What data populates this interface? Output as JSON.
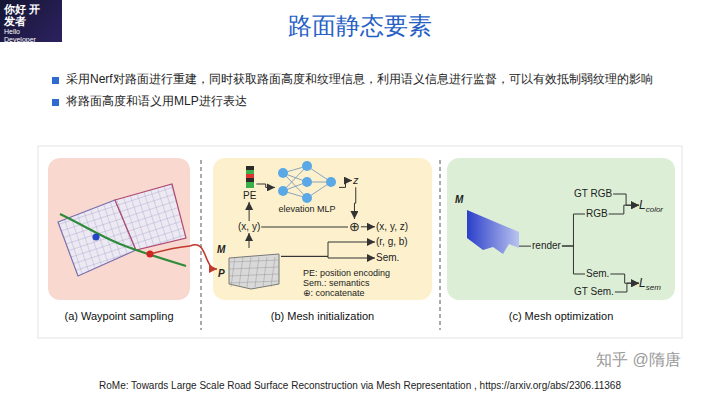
{
  "diagram": {
    "title": "路面静态要素",
    "nodes": [
      {
        "text": [
          "你好 开发者",
          "Hello Developer"
        ]
      },
      {
        "text": [
          "(a) Waypoint sampling"
        ]
      },
      {
        "text": [
          "(b) Mesh initialization"
        ]
      },
      {
        "text": [
          "PE"
        ],
        "in": 2
      },
      {
        "text": [
          "elevation MLP"
        ],
        "in": 2
      },
      {
        "text": [
          "z"
        ],
        "in": 2
      },
      {
        "text": [
          "(x, y)"
        ],
        "in": 2
      },
      {
        "text": [
          "⊕"
        ],
        "in": 2
      },
      {
        "text": [
          "(x, y, z)"
        ],
        "in": 2
      },
      {
        "text": [
          "(r, g, b)"
        ],
        "in": 2
      },
      {
        "text": [
          "Sem."
        ],
        "in": 2
      },
      {
        "text": [
          "M",
          "P"
        ],
        "in": 2
      },
      {
        "text": [
          "(c) Mesh optimization"
        ]
      },
      {
        "text": [
          "M"
        ],
        "in": 12
      },
      {
        "text": [
          "render"
        ],
        "in": 12
      },
      {
        "text": [
          "GT RGB"
        ],
        "in": 12
      },
      {
        "text": [
          "RGB"
        ],
        "in": 12
      },
      {
        "text": [
          "L",
          "color"
        ],
        "in": 12
      },
      {
        "text": [
          "Sem."
        ],
        "in": 12
      },
      {
        "text": [
          "GT Sem."
        ],
        "in": 12
      },
      {
        "text": [
          "L",
          "sem"
        ],
        "in": 12
      }
    ],
    "edges": [
      {
        "from": 1,
        "to": 11,
        "arrow": "to"
      },
      {
        "from": 6,
        "to": 3,
        "arrow": "to"
      },
      {
        "from": 3,
        "to": 4,
        "arrow": "to"
      },
      {
        "from": 4,
        "to": 5,
        "arrow": "to"
      },
      {
        "from": 5,
        "to": 7,
        "arrow": "to"
      },
      {
        "from": 6,
        "to": 7,
        "arrow": "none"
      },
      {
        "from": 7,
        "to": 8,
        "arrow": "to"
      },
      {
        "from": 11,
        "to": 6,
        "arrow": "to"
      },
      {
        "from": 11,
        "to": 9,
        "arrow": "to"
      },
      {
        "from": 11,
        "to": 10,
        "arrow": "to"
      },
      {
        "from": 13,
        "to": 14,
        "arrow": "none"
      },
      {
        "from": 14,
        "to": 16,
        "arrow": "none"
      },
      {
        "from": 14,
        "to": 18,
        "arrow": "none"
      },
      {
        "from": 15,
        "to": 17,
        "arrow": "to"
      },
      {
        "from": 16,
        "to": 17,
        "arrow": "to"
      },
      {
        "from": 18,
        "to": 20,
        "arrow": "to"
      },
      {
        "from": 19,
        "to": 20,
        "arrow": "to"
      }
    ],
    "labels": [
      "采用Nerf对路面进行重建，同时获取路面高度和纹理信息，利用语义信息进行监督，可以有效抵制弱纹理的影响",
      "将路面高度和语义用MLP进行表达",
      "PE: position encoding",
      "Sem.: semantics",
      "⊕: concatenate",
      "RoMe: Towards Large Scale Road Surface Reconstruction via Mesh Representation , https://arxiv.org/abs/2306.11368",
      "知乎 @隋唐"
    ]
  }
}
